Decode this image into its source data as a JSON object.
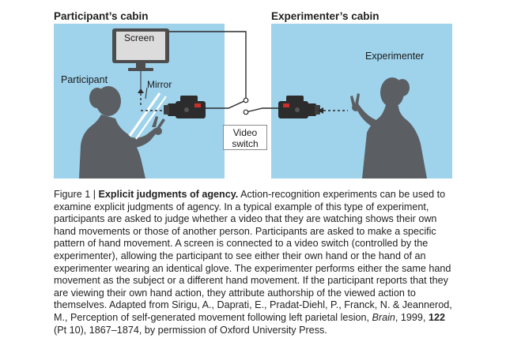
{
  "figure": {
    "left_cabin_title": "Participant’s cabin",
    "right_cabin_title": "Experimenter’s cabin",
    "screen_label": "Screen",
    "participant_label": "Participant",
    "mirror_label": "Mirror",
    "experimenter_label": "Experimenter",
    "switch_label_line1": "Video",
    "switch_label_line2": "switch",
    "colors": {
      "cabin_background": "#9fd3ec",
      "silhouette": "#5b5f63",
      "camera": "#2c2c2c",
      "camera_red": "#c8302b",
      "screen_frame": "#4d4d4d",
      "screen_face": "#dcdcdc",
      "mirror": "#ffffff",
      "wire": "#2a2a2a"
    }
  },
  "caption": {
    "figure_label": "Figure 1 | ",
    "bold_title": "Explicit judgments of agency.",
    "body": " Action-recognition experiments can be used to examine explicit judgments of agency. In a typical example of this type of experiment, participants are asked to judge whether a video that they are watching shows their own hand movements or those of another person. Participants are asked to make a specific pattern of hand movement. A screen is connected to a video switch (controlled by the experimenter), allowing the participant to see either their own hand or the hand of an experimenter wearing an identical glove. The experimenter performs either the same hand movement as the subject or a different hand movement. If the participant reports that they are viewing their own hand action, they attribute authorship of the viewed action to themselves. Adapted from Sirigu, A., Daprati, E., Pradat-Diehl, P., Franck, N. & Jeannerod, M., Perception of self-generated movement following left parietal lesion, ",
    "journal": "Brain",
    "year_text": ", 1999, ",
    "volume": "122",
    "tail": " (Pt 10), 1867–1874, by permission of Oxford University Press."
  }
}
